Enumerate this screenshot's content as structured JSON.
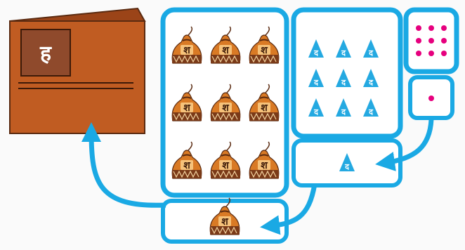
{
  "wallet": {
    "label": "ह"
  },
  "column_hundreds": {
    "bag_label": "श",
    "bag_count": 9
  },
  "column_tens": {
    "cone_label": "द",
    "cone_count": 9
  },
  "column_ones": {
    "dot_count": 9
  },
  "carry_ones": {
    "dot_count": 1
  },
  "carry_tens": {
    "cone_label": "द",
    "cone_count": 1
  },
  "carry_hundreds": {
    "bag_label": "श",
    "bag_count": 1
  },
  "colors": {
    "frame": "#1aa9e4",
    "wallet": "#c05c22",
    "wallet_dark": "#7a3212",
    "wallet_label_bg": "#8f4a2c",
    "cone": "#24a9e1",
    "dot": "#e6007e",
    "bag": "#d97a25"
  }
}
